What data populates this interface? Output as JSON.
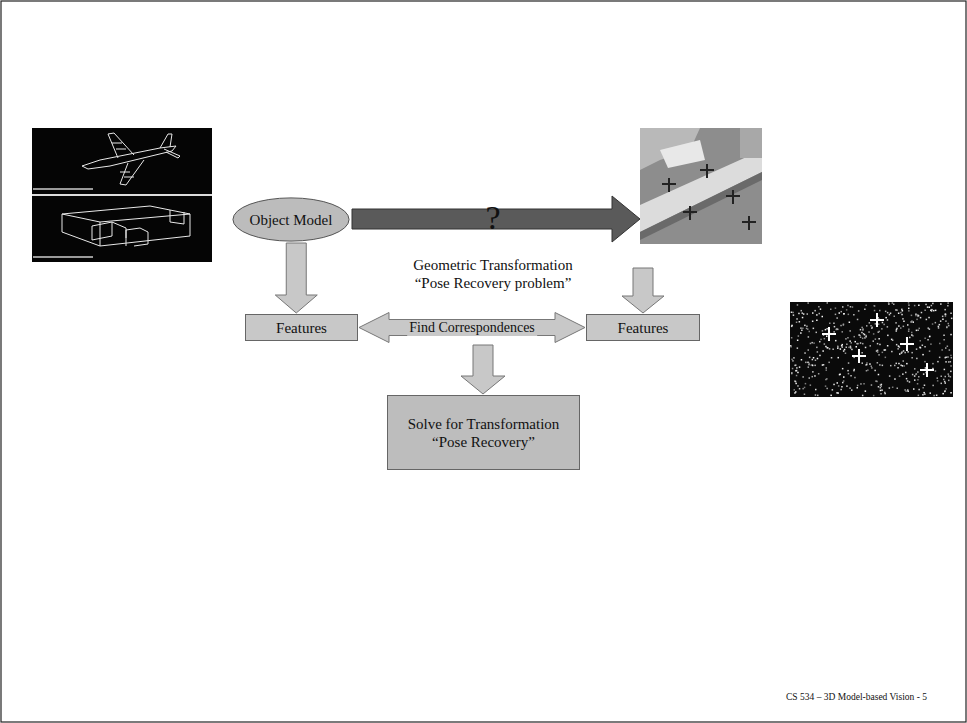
{
  "diagram": {
    "nodes": [
      {
        "text": [
          "Object Model"
        ]
      },
      {
        "text": [
          "Features"
        ]
      },
      {
        "text": [
          "Features"
        ]
      },
      {
        "text": [
          "Solve for Transformation",
          "“Pose Recovery”"
        ]
      }
    ],
    "edges": [
      {
        "from": 0,
        "to": 1,
        "arrow": "to"
      },
      {
        "from": 1,
        "to": 2,
        "arrow": "both",
        "label": "Find Correspondences"
      }
    ],
    "labels": [
      "?",
      "Geometric Transformation",
      "“Pose Recovery problem”",
      "CS 534 – 3D Model-based Vision - 5"
    ]
  }
}
